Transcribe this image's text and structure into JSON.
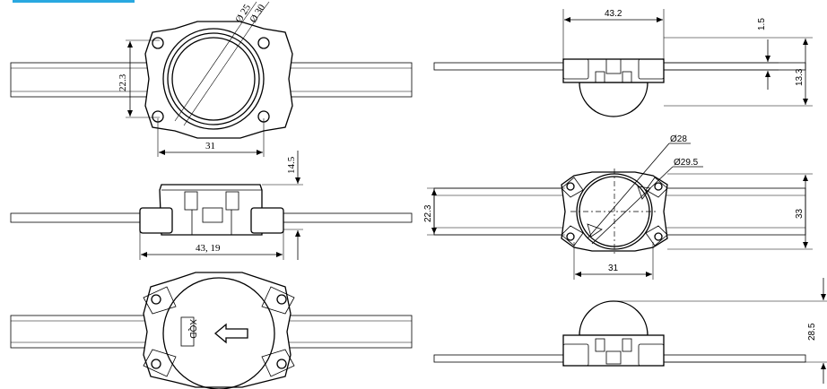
{
  "colors": {
    "accent_tab": "#29a8e0",
    "line": "#000000",
    "background": "#ffffff"
  },
  "top_view": {
    "dia_inner": "Ø 25",
    "dia_outer": "Ø 30",
    "height": "22.3",
    "width": "31"
  },
  "front_view": {
    "height": "14.5",
    "length": "43, 19"
  },
  "bottom_view": {
    "logo": "XQD",
    "arrow": "direction-arrow"
  },
  "side_view": {
    "length": "43.2",
    "gap": "1.5",
    "height": "13.3"
  },
  "top_view_right": {
    "dia_inner": "Ø28",
    "dia_outer": "Ø29.5",
    "height_left": "22.3",
    "height_right": "33",
    "width": "31"
  },
  "side_view_dome": {
    "height": "28.5"
  }
}
